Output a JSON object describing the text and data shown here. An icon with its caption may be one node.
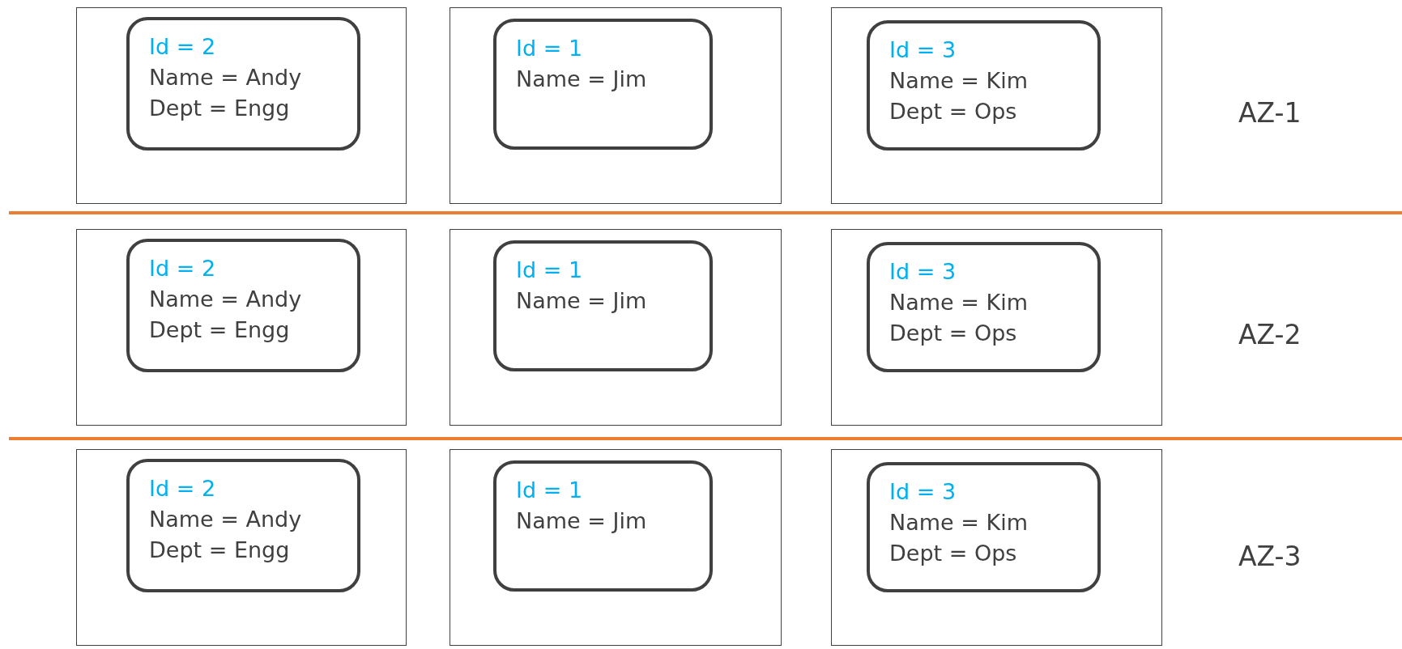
{
  "diagram": {
    "nodes": [
      {
        "text": [],
        "shape": "box"
      },
      {
        "text": [
          "Id = 2",
          "Name = Andy",
          "Dept = Engg"
        ],
        "in": 0
      },
      {
        "text": [],
        "shape": "box"
      },
      {
        "text": [
          "Id = 1",
          "Name = Jim"
        ],
        "in": 2
      },
      {
        "text": [],
        "shape": "box"
      },
      {
        "text": [
          "Id = 3",
          "Name = Kim",
          "Dept = Ops"
        ],
        "in": 4
      },
      {
        "text": [],
        "shape": "box"
      },
      {
        "text": [
          "Id = 2",
          "Name = Andy",
          "Dept = Engg"
        ],
        "in": 6
      },
      {
        "text": [],
        "shape": "box"
      },
      {
        "text": [
          "Id = 1",
          "Name = Jim"
        ],
        "in": 8
      },
      {
        "text": [],
        "shape": "box"
      },
      {
        "text": [
          "Id = 3",
          "Name = Kim",
          "Dept = Ops"
        ],
        "in": 10
      },
      {
        "text": [],
        "shape": "box"
      },
      {
        "text": [
          "Id = 2",
          "Name = Andy",
          "Dept = Engg"
        ],
        "in": 12
      },
      {
        "text": [],
        "shape": "box"
      },
      {
        "text": [
          "Id = 1",
          "Name = Jim"
        ],
        "in": 14
      },
      {
        "text": [],
        "shape": "box"
      },
      {
        "text": [
          "Id = 3",
          "Name = Kim",
          "Dept = Ops"
        ],
        "in": 16
      }
    ],
    "labels": [
      "AZ-1",
      "AZ-2",
      "AZ-3"
    ]
  }
}
